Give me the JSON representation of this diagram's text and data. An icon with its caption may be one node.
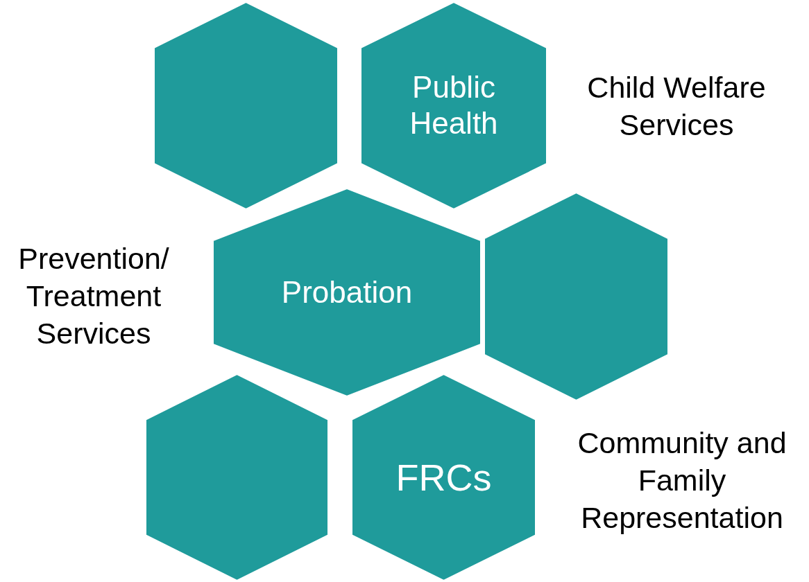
{
  "diagram": {
    "nodes": [
      {
        "text": [],
        "shape": "hexagon"
      },
      {
        "text": [
          "Public Health"
        ]
      },
      {
        "text": [
          "Probation"
        ]
      },
      {
        "text": [],
        "shape": "hexagon"
      },
      {
        "text": [],
        "shape": "hexagon"
      },
      {
        "text": [
          "FRCs"
        ]
      }
    ],
    "labels": [
      "Child Welfare Services",
      "Prevention/ Treatment Services",
      "Community and Family Representation"
    ]
  }
}
